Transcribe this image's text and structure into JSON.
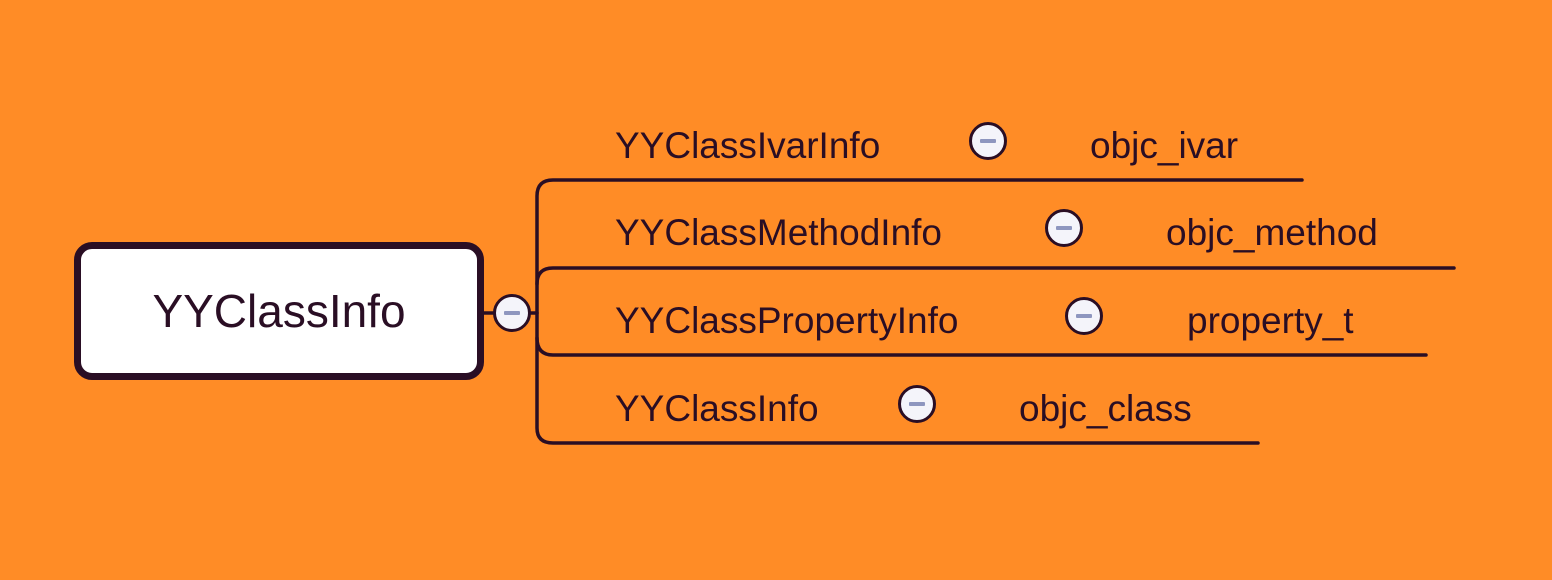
{
  "mindmap": {
    "root": {
      "label": "YYClassInfo"
    },
    "children": [
      {
        "label": "YYClassIvarInfo",
        "sub": "objc_ivar"
      },
      {
        "label": "YYClassMethodInfo",
        "sub": "objc_method"
      },
      {
        "label": "YYClassPropertyInfo",
        "sub": "property_t"
      },
      {
        "label": "YYClassInfo",
        "sub": "objc_class"
      }
    ]
  },
  "colors": {
    "background": "#FF8C26",
    "line": "#2A0E24",
    "root_fill": "#FFFFFF",
    "button_fill": "#F4F4FA",
    "button_minus": "#8E96BF"
  },
  "icons": {
    "collapse": "minus-circle-icon"
  }
}
